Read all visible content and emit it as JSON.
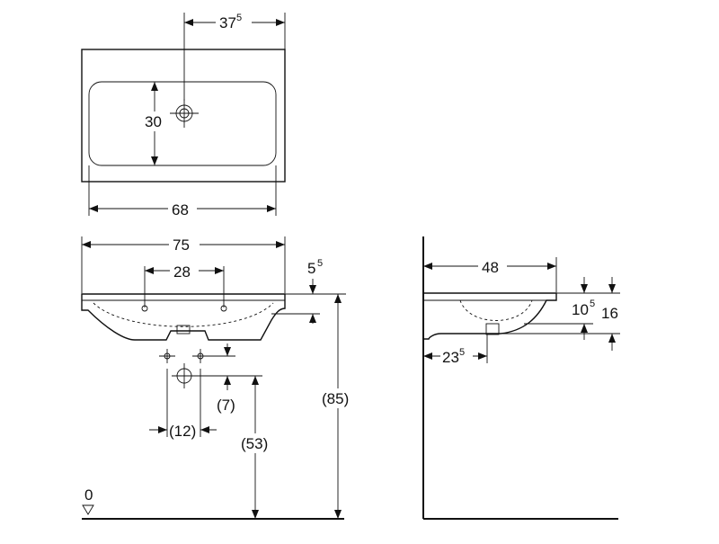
{
  "diagram": {
    "top_view": {
      "dim_tap_offset": {
        "main": "37",
        "sup": "5"
      },
      "dim_bowl_depth": "30",
      "dim_bowl_width": "68"
    },
    "front_view": {
      "dim_total_width": "75",
      "dim_bolt_spacing": "28",
      "dim_rim_height": {
        "main": "5",
        "sup": "5"
      },
      "dim_waste_offset": "(7)",
      "dim_waste_spacing": "(12)",
      "dim_waste_height": "(53)",
      "dim_rim_height_floor": "(85)",
      "floor_level": "0"
    },
    "side_view": {
      "dim_projection": "48",
      "dim_outlet_distance": {
        "main": "23",
        "sup": "5"
      },
      "dim_bowl_height": {
        "main": "10",
        "sup": "5"
      },
      "dim_total_height": "16"
    }
  }
}
